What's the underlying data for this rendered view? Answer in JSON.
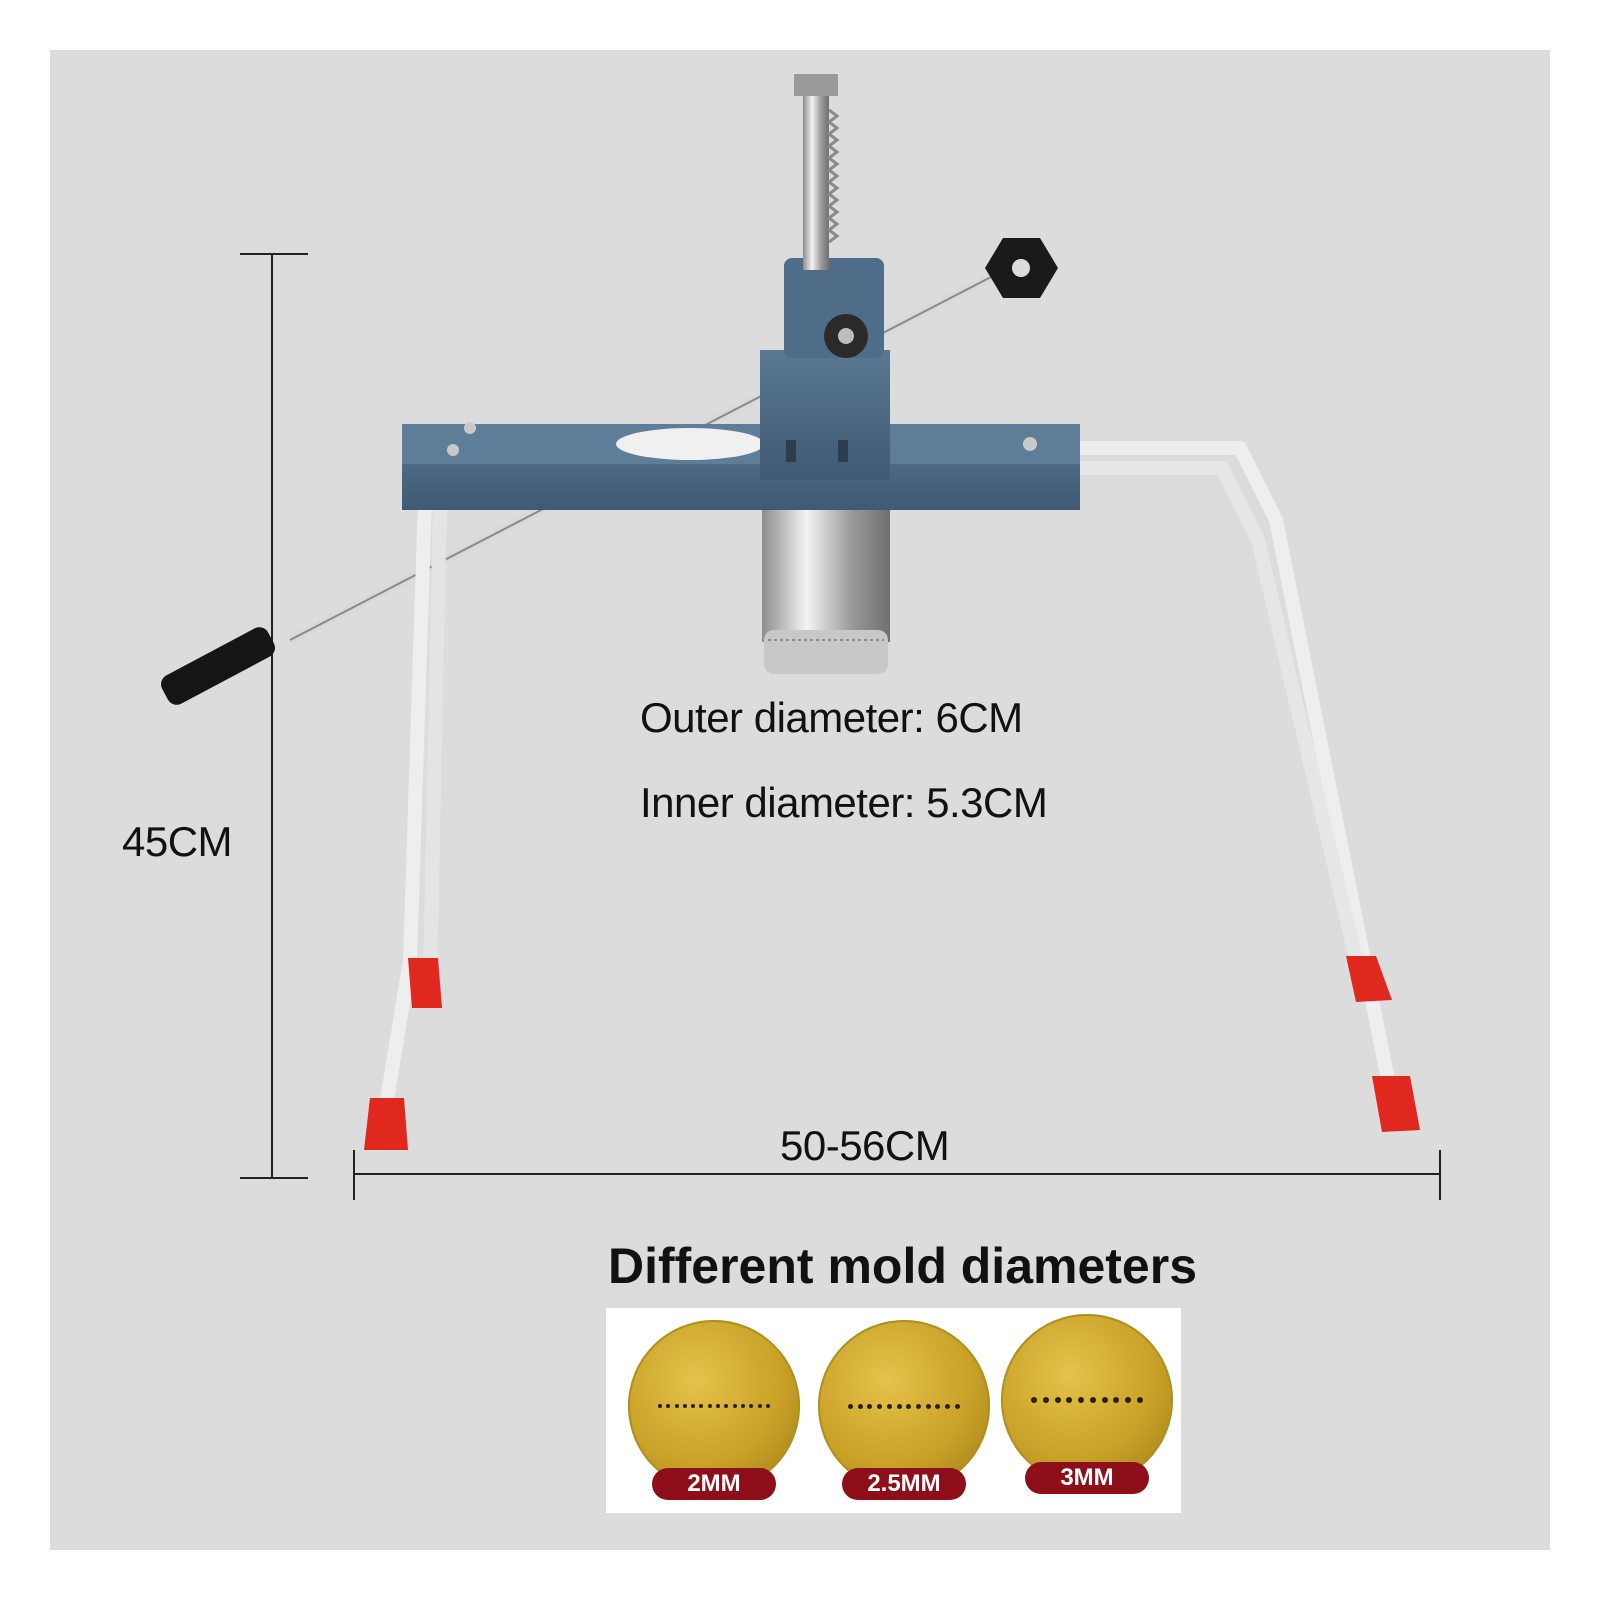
{
  "dimensions": {
    "height": "45CM",
    "width": "50-56CM"
  },
  "barrel": {
    "outer_diameter": "Outer diameter: 6CM",
    "inner_diameter": "Inner diameter: 5.3CM"
  },
  "molds": {
    "title": "Different mold diameters",
    "items": [
      {
        "label": "2MM"
      },
      {
        "label": "2.5MM"
      },
      {
        "label": "3MM"
      }
    ]
  },
  "colors": {
    "frame_blue": "#4d6b85",
    "leg_white": "#f2f2f2",
    "foot_red": "#e0281e",
    "badge_red": "#8e0f1a",
    "disc_gold": "#c9a227",
    "background": "#dcdcdc"
  }
}
